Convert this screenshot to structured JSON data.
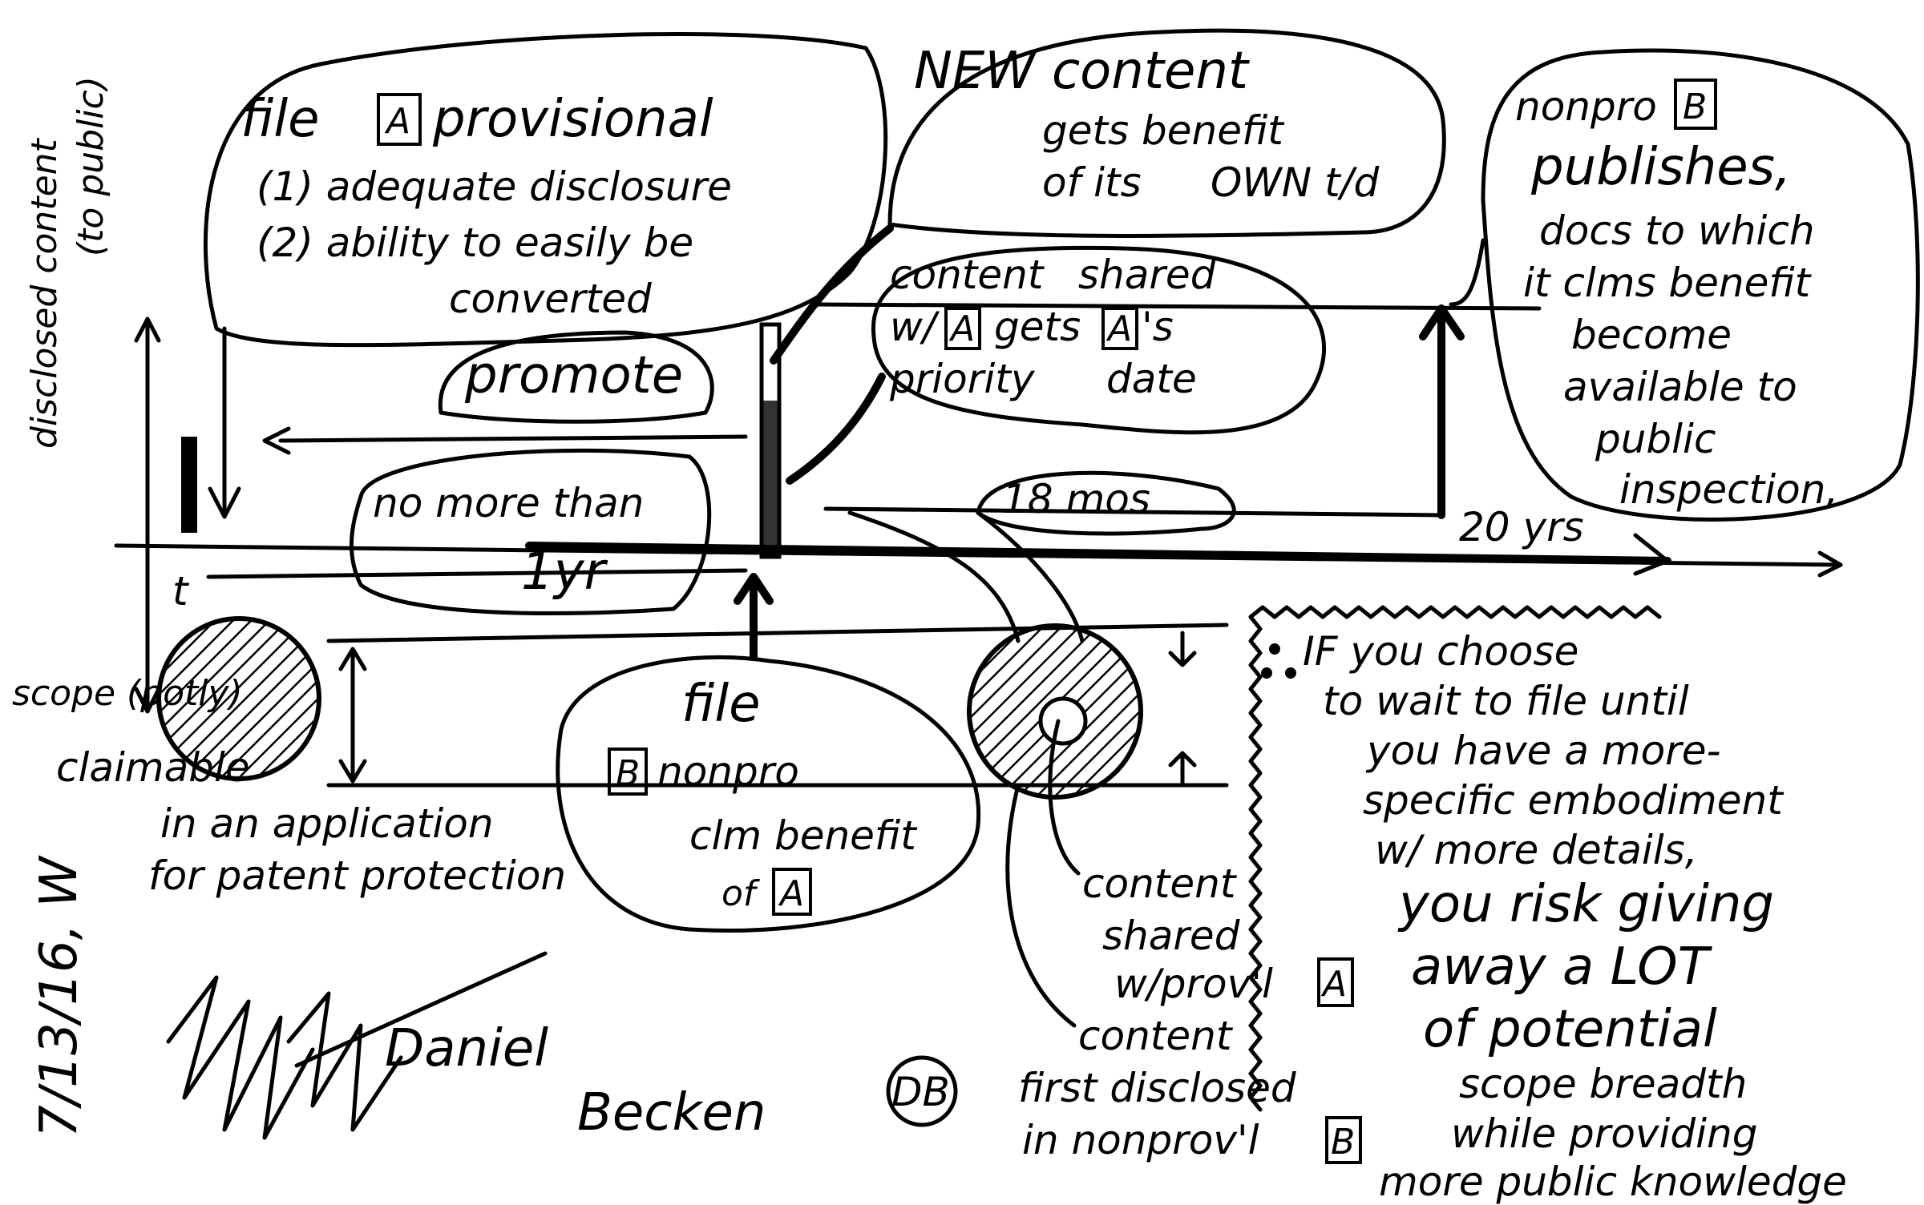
{
  "axis": {
    "y_label_top": "disclosed content",
    "y_label_paren": "(to public)",
    "x_label": "t",
    "scope_label": "scope (potly)"
  },
  "provisional": {
    "file": "file",
    "box": "A",
    "title": "provisional",
    "req1": "(1) adequate disclosure",
    "req2": "(2) ability to easily be",
    "req2b": "converted"
  },
  "new_content": {
    "lines": [
      "NEW content",
      "gets benefit",
      "of its",
      "OWN t/d"
    ]
  },
  "promote": "promote",
  "grace": {
    "line1": "no more than",
    "line2": "1yr"
  },
  "shared": {
    "lines": [
      "content",
      "shared",
      "w/",
      "gets",
      "'s",
      "priority",
      "date"
    ],
    "box": "A"
  },
  "eighteen": "18 mos",
  "twenty": "20 yrs",
  "publish": {
    "nonpro": "nonpro",
    "box": "B",
    "lines": [
      "publishes,",
      "docs to which",
      "it clms benefit",
      "become",
      "available to",
      "public",
      "inspection,"
    ]
  },
  "claimable": {
    "lines": [
      "claimable",
      "in an application",
      "for patent protection"
    ]
  },
  "file_nonpro": {
    "file": "file",
    "box_b": "B",
    "nonpro": "nonpro",
    "clm": "clm benefit",
    "of": "of",
    "box_a": "A"
  },
  "shared_prov": {
    "lines": [
      "content",
      "shared",
      "w/prov'l"
    ],
    "box": "A"
  },
  "first_disclosed": {
    "lines": [
      "content",
      "first disclosed",
      "in nonprov'l"
    ],
    "box": "B"
  },
  "warning": {
    "lines": [
      "IF you choose",
      "to wait to file until",
      "you have a more-",
      "specific embodiment",
      "w/ more details,",
      "you risk giving",
      "away a LOT",
      "of potential",
      "scope breadth",
      "while providing",
      "more public knowledge"
    ]
  },
  "date": "7/13/16, W",
  "signature": {
    "first": "Daniel",
    "last": "Becken",
    "initials": "DB"
  }
}
